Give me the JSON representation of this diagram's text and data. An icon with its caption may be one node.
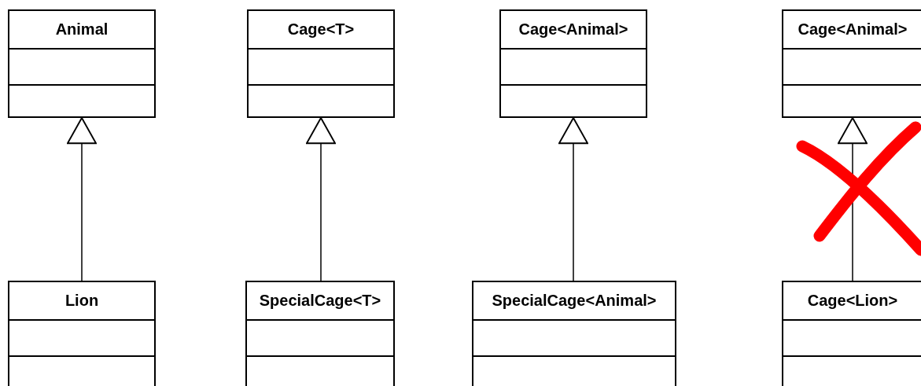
{
  "diagram": {
    "nodes": [
      {
        "text": [
          "Animal"
        ]
      },
      {
        "text": [
          "Cage<T>"
        ]
      },
      {
        "text": [
          "Cage<Animal>"
        ]
      },
      {
        "text": [
          "Cage<Animal>"
        ]
      },
      {
        "text": [
          "Lion"
        ]
      },
      {
        "text": [
          "SpecialCage<T>"
        ]
      },
      {
        "text": [
          "SpecialCage<Animal>"
        ]
      },
      {
        "text": [
          "Cage<Lion>"
        ]
      }
    ],
    "edges": [
      {
        "from": 4,
        "to": 0,
        "arrow": "to"
      },
      {
        "from": 5,
        "to": 1,
        "arrow": "to"
      },
      {
        "from": 6,
        "to": 2,
        "arrow": "to"
      },
      {
        "from": 7,
        "to": 3,
        "arrow": "to"
      }
    ]
  }
}
